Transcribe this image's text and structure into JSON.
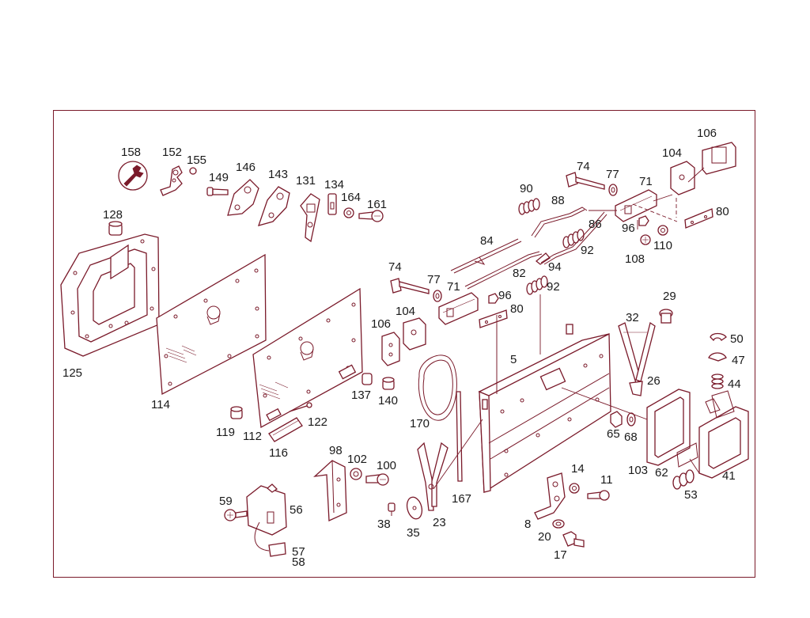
{
  "diagram": {
    "line_color": "#7a1a2a",
    "callouts": {
      "c158": "158",
      "c152": "152",
      "c155": "155",
      "c149": "149",
      "c146": "146",
      "c143": "143",
      "c131": "131",
      "c134": "134",
      "c164": "164",
      "c161": "161",
      "c128": "128",
      "c125": "125",
      "c114": "114",
      "c119": "119",
      "c112": "112",
      "c116": "116",
      "c122": "122",
      "c137": "137",
      "c140": "140",
      "c106a": "106",
      "c104a": "104",
      "c74a": "74",
      "c77a": "77",
      "c71a": "71",
      "c96a": "96",
      "c80a": "80",
      "c84": "84",
      "c82": "82",
      "c92a": "92",
      "c94": "94",
      "c90": "90",
      "c88": "88",
      "c86": "86",
      "c92b": "92",
      "c74b": "74",
      "c77b": "77",
      "c71b": "71",
      "c104b": "104",
      "c106b": "106",
      "c80b": "80",
      "c96b": "96",
      "c108": "108",
      "c110": "110",
      "c29": "29",
      "c32": "32",
      "c26": "26",
      "c50": "50",
      "c47": "47",
      "c44": "44",
      "c5": "5",
      "c170": "170",
      "c167": "167",
      "c23": "23",
      "c35": "35",
      "c38": "38",
      "c98": "98",
      "c102": "102",
      "c100": "100",
      "c59": "59",
      "c56": "56",
      "c57": "57",
      "c58": "58",
      "c8": "8",
      "c14": "14",
      "c11": "11",
      "c20": "20",
      "c17": "17",
      "c65": "65",
      "c68": "68",
      "c103": "103",
      "c62": "62",
      "c53": "53",
      "c41": "41"
    }
  }
}
